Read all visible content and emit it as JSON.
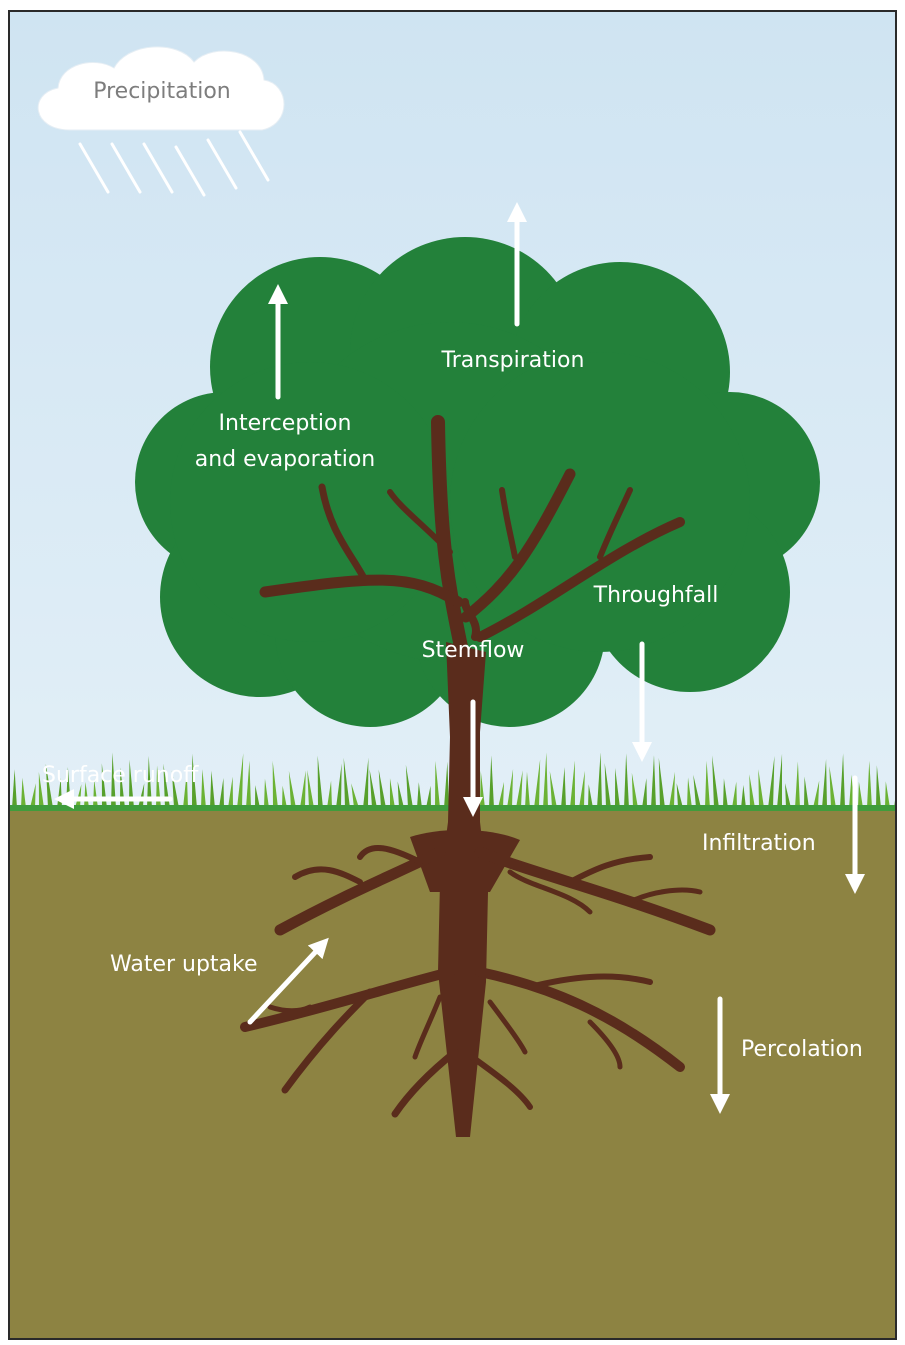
{
  "labels": {
    "precipitation": "Precipitation",
    "transpiration": "Transpiration",
    "interception_line1": "Interception",
    "interception_line2": "and evaporation",
    "throughfall": "Throughfall",
    "stemflow": "Stemflow",
    "surface_runoff": "Surface runoff",
    "infiltration": "Infiltration",
    "water_uptake": "Water uptake",
    "percolation": "Percolation"
  },
  "colors": {
    "sky": "#d6e8f3",
    "canopy": "#23813a",
    "trunk": "#5a2c1c",
    "soil": "#8d8342",
    "grass": "#5fa52f",
    "ground_line": "#3f9c3c",
    "arrow": "#ffffff",
    "cloud": "#ffffff"
  }
}
